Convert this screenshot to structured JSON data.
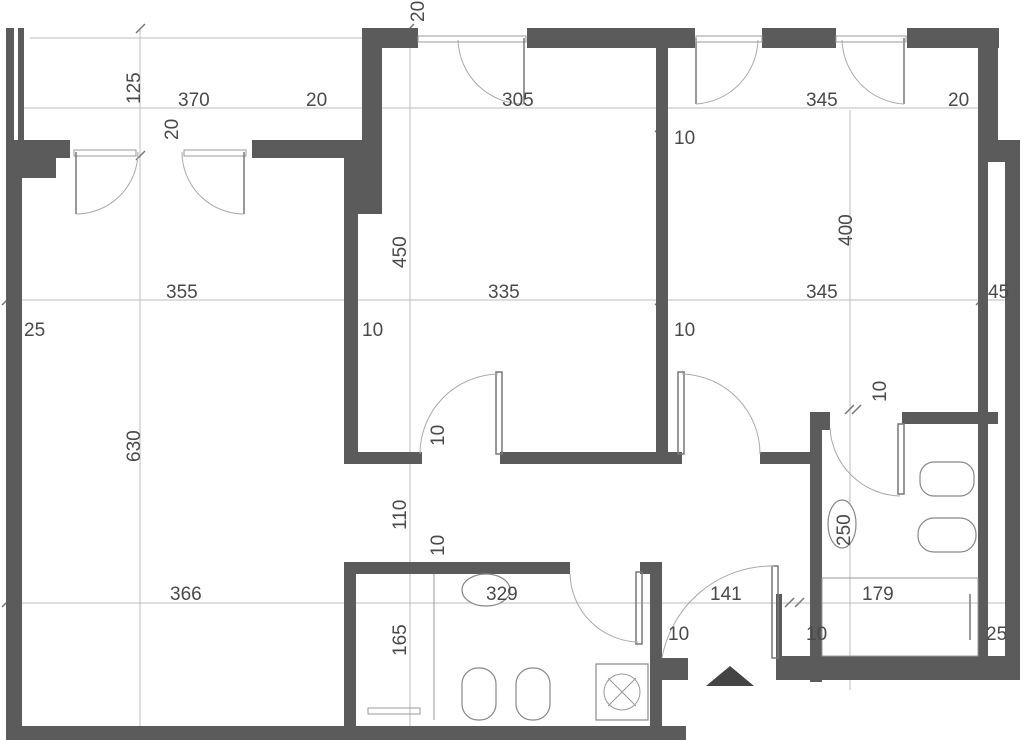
{
  "plan": {
    "dimensions": {
      "d1": "20",
      "d2": "125",
      "d3": "370",
      "d4": "20",
      "d5": "305",
      "d6": "345",
      "d7": "20",
      "d8": "20",
      "d9": "10",
      "d10": "400",
      "d11": "450",
      "d12": "355",
      "d13": "335",
      "d14": "345",
      "d15": "45",
      "d16": "25",
      "d17": "10",
      "d18": "10",
      "d19": "10",
      "d20": "630",
      "d21": "10",
      "d22": "110",
      "d23": "250",
      "d24": "10",
      "d25": "366",
      "d26": "329",
      "d27": "141",
      "d28": "179",
      "d29": "165",
      "d30": "10",
      "d31": "10",
      "d32": "25"
    },
    "colors": {
      "wall": "#5b5b5b",
      "dimension_text": "#4a4a4a",
      "dimension_line": "#bdbdbd"
    },
    "icons": {
      "entrance": "entrance-arrow-icon"
    }
  }
}
